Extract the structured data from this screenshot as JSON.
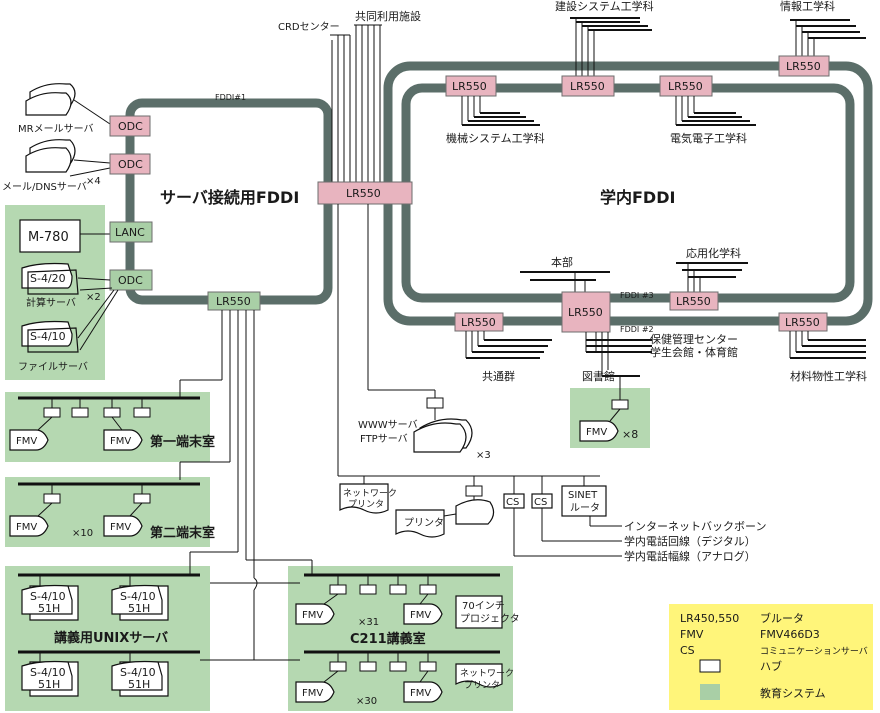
{
  "labels": {
    "crd": "CRDセンター",
    "kyodo": "共同利用施設",
    "kensetsu": "建設システム工学科",
    "joho": "情報工学科",
    "fddi1": "FDDI#1",
    "server_fddi": "サーバ接続用FDDI",
    "campus_fddi": "学内FDDI",
    "kikai": "機械システム工学科",
    "denki": "電気電子工学科",
    "honbu": "本部",
    "oyoka": "応用化学科",
    "fddi3": "FDDI #3",
    "fddi2": "FDDI #2",
    "hoken": "保健管理センター",
    "gakusei": "学生会館・体育館",
    "kyotsu": "共通群",
    "tosho": "図書館",
    "zairyo": "材料物性工学科",
    "mr_mail": "MRメールサーバ",
    "mail_dns": "メール/DNSサーバ",
    "x4": "×4",
    "m780": "M-780",
    "s420": "S-4/20",
    "keisan": "計算サーバ",
    "x2": "×2",
    "s410": "S-4/10",
    "file_server": "ファイルサーバ",
    "fmv": "FMV",
    "term1": "第一端末室",
    "term2": "第二端末室",
    "x10": "×10",
    "x8": "×8",
    "www": "WWWサーバ",
    "ftp": "FTPサーバ",
    "x3": "×3",
    "netprinter1": "ネットワーク",
    "netprinter2": "プリンタ",
    "printer": "プリンタ",
    "cs": "CS",
    "sinet1": "SINET",
    "sinet2": "ルータ",
    "backbone": "インターネットバックボーン",
    "digital": "学内電話回線（デジタル）",
    "analog": "学内電話幅線（アナログ）",
    "s410_51h_a": "S-4/10",
    "s410_51h_b": "51H",
    "unix": "講義用UNIXサーバ",
    "x31": "×31",
    "x30": "×30",
    "projector1": "70インチ",
    "projector2": "プロジェクタ",
    "c211": "C211講義室"
  },
  "devices": {
    "odc": "ODC",
    "lanc": "LANC",
    "lr550": "LR550"
  },
  "legend": {
    "row1_key": "LR450,550",
    "row1_val": "ブルータ",
    "row2_key": "FMV",
    "row2_val": "FMV466D3",
    "row3_key": "CS",
    "row3_val": "コミュニケーションサーバ",
    "row4_val": "ハブ",
    "row5_val": "教育システム"
  },
  "colors": {
    "fddi_ring": "#5b6e69",
    "router": "#e8b4bf",
    "education_system": "#b5d8b1",
    "legend_bg": "#fff57a"
  }
}
